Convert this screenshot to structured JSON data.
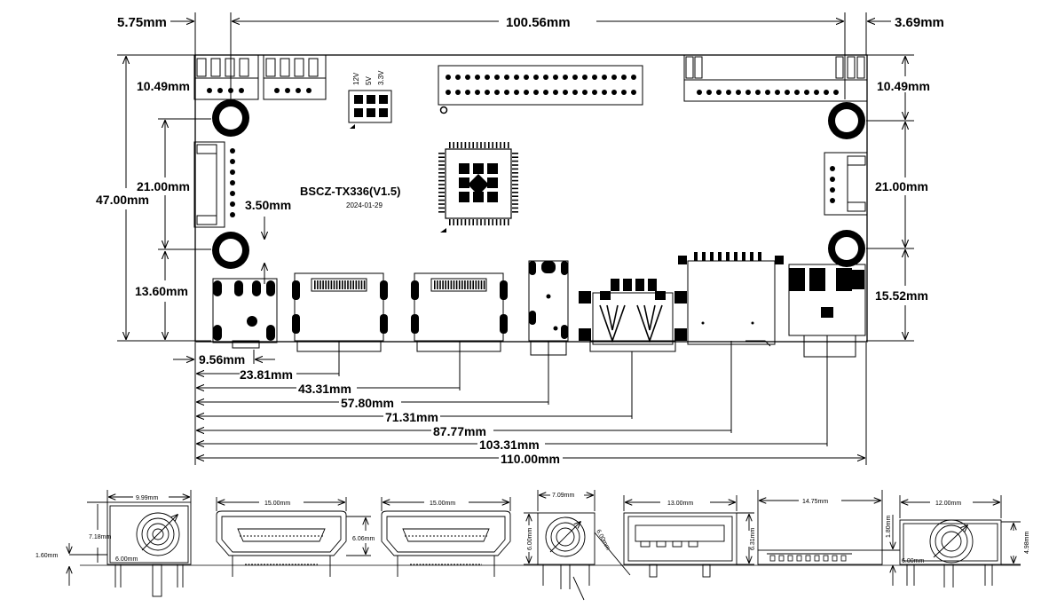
{
  "board": {
    "model": "BSCZ-TX336(V1.5)",
    "date": "2024-01-29",
    "power_labels": [
      "12V",
      "5V",
      "3.3V"
    ]
  },
  "top_dimensions": {
    "left_offset": "5.75mm",
    "hole_span": "100.56mm",
    "right_offset": "3.69mm",
    "top_left_hole": "10.49mm",
    "top_right_hole": "10.49mm",
    "board_height": "47.00mm",
    "left_hole_span": "21.00mm",
    "right_hole_span": "21.00mm",
    "hole_diameter": "3.50mm",
    "left_bottom_hole": "13.60mm",
    "right_bottom_hole": "15.52mm"
  },
  "bottom_dimensions": [
    "9.56mm",
    "23.81mm",
    "43.31mm",
    "57.80mm",
    "71.31mm",
    "87.77mm",
    "103.31mm",
    "110.00mm"
  ],
  "side_views": {
    "dc_jack": {
      "width": "9.99mm",
      "height": "7.18mm",
      "hole": "6.00mm",
      "offset": "1.60mm"
    },
    "hdmi_1": {
      "width": "15.00mm",
      "height": "6.06mm"
    },
    "hdmi_2": {
      "width": "15.00mm"
    },
    "audio_jack": {
      "width": "7.09mm",
      "height": "6.00mm",
      "hole": "6.00mm"
    },
    "usb": {
      "width": "13.00mm",
      "height": "6.31mm"
    },
    "card_slot": {
      "width": "14.75mm",
      "height": "1.80mm"
    },
    "rca_jack": {
      "width": "12.00mm",
      "height": "4.98mm",
      "hole": "6.00mm"
    }
  }
}
